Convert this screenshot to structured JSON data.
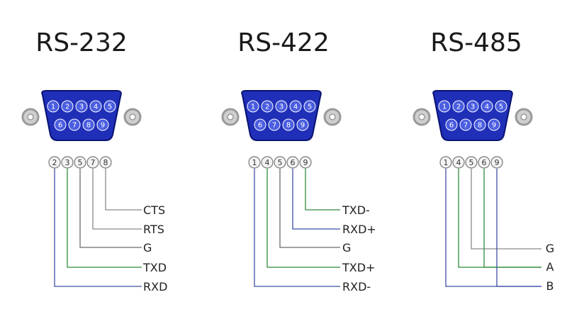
{
  "connectors": [
    {
      "id": "rs232",
      "title": "RS-232",
      "pins": [
        "2",
        "3",
        "5",
        "7",
        "8"
      ],
      "signals": [
        {
          "label": "CTS",
          "pin": "8",
          "color": "#8a8a8a"
        },
        {
          "label": "RTS",
          "pin": "7",
          "color": "#8a8a8a"
        },
        {
          "label": "G",
          "pin": "5",
          "color": "#6b6b6b"
        },
        {
          "label": "TXD",
          "pin": "3",
          "color": "#2e8b3a"
        },
        {
          "label": "RXD",
          "pin": "2",
          "color": "#3f4fa8"
        }
      ]
    },
    {
      "id": "rs422",
      "title": "RS-422",
      "pins": [
        "1",
        "4",
        "5",
        "6",
        "9"
      ],
      "signals": [
        {
          "label": "TXD-",
          "pin": "9",
          "color": "#2e8b3a"
        },
        {
          "label": "RXD+",
          "pin": "6",
          "color": "#3f4fa8"
        },
        {
          "label": "G",
          "pin": "5",
          "color": "#6b6b6b"
        },
        {
          "label": "TXD+",
          "pin": "4",
          "color": "#2e8b3a"
        },
        {
          "label": "RXD-",
          "pin": "1",
          "color": "#3f4fa8"
        }
      ]
    },
    {
      "id": "rs485",
      "title": "RS-485",
      "pins": [
        "1",
        "4",
        "5",
        "6",
        "9"
      ],
      "signals": [
        {
          "label": "G",
          "pins": [
            "5"
          ],
          "color": "#8a8a8a"
        },
        {
          "label": "A",
          "pins": [
            "4",
            "6"
          ],
          "color": "#2e8b3a"
        },
        {
          "label": "B",
          "pins": [
            "1",
            "9"
          ],
          "color": "#3f4fa8"
        }
      ]
    }
  ],
  "db9_top_row": [
    "1",
    "2",
    "3",
    "4",
    "5"
  ],
  "db9_bottom_row": [
    "6",
    "7",
    "8",
    "9"
  ],
  "colors": {
    "connector_body": "#1f2fb8",
    "connector_outline": "#0a1370",
    "pin_fill": "#4b5ee0",
    "screw": "#9a9a9a",
    "pin_circle_stroke": "#777777"
  }
}
